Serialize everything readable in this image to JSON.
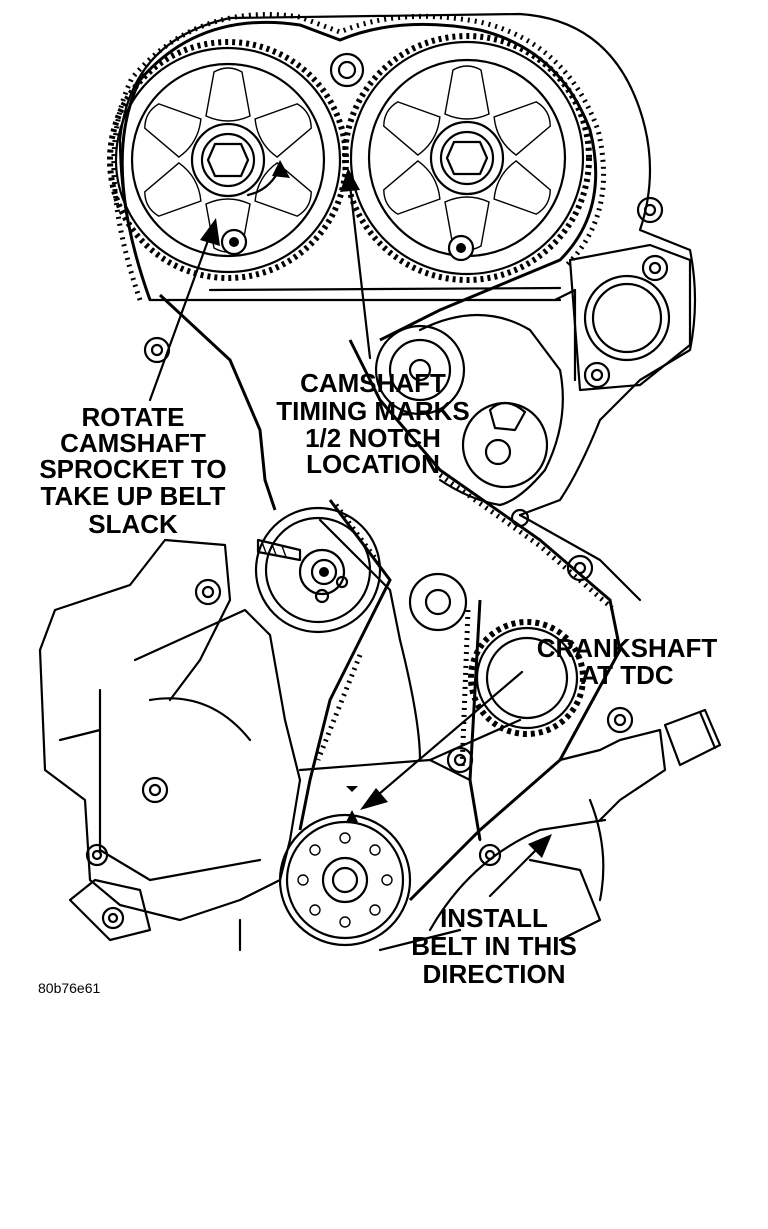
{
  "labels": {
    "rotate_camshaft": [
      "ROTATE",
      "CAMSHAFT",
      "SPROCKET TO",
      "TAKE UP BELT",
      "SLACK"
    ],
    "camshaft_timing": [
      "CAMSHAFT",
      "TIMING MARKS",
      "1/2 NOTCH",
      "LOCATION"
    ],
    "crankshaft": [
      "CRANKSHAFT",
      "AT TDC"
    ],
    "install_belt": [
      "INSTALL",
      "BELT IN THIS",
      "DIRECTION"
    ],
    "figure_code": "80b76e61"
  },
  "colors": {
    "ink": "#000000",
    "paper": "#ffffff"
  }
}
